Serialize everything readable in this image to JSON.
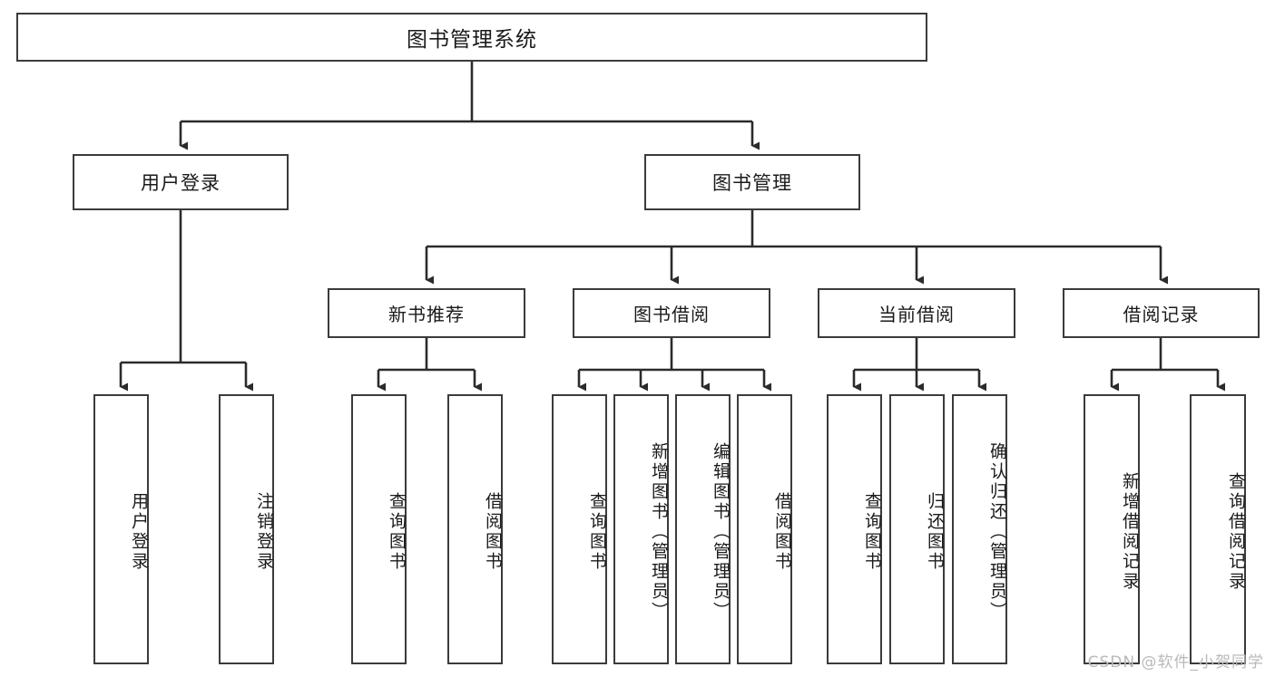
{
  "diagram": {
    "title": "图书管理系统",
    "type": "tree",
    "watermark": "CSDN @软件_小贺同学",
    "colors": {
      "box_border": "#3b3b3b",
      "box_fill": "#ffffff",
      "connector": "#2b2b2b",
      "text": "#1a1a1a",
      "watermark": "#b9b9b9"
    },
    "root": {
      "label": "图书管理系统"
    },
    "level1": [
      {
        "label": "用户登录"
      },
      {
        "label": "图书管理"
      }
    ],
    "level2": [
      {
        "label": "新书推荐"
      },
      {
        "label": "图书借阅"
      },
      {
        "label": "当前借阅"
      },
      {
        "label": "借阅记录"
      }
    ],
    "leaves": {
      "user_login": [
        {
          "label": "用户登录"
        },
        {
          "label": "注销登录"
        }
      ],
      "new_book_recommend": [
        {
          "label": "查询图书"
        },
        {
          "label": "借阅图书"
        }
      ],
      "book_borrow": [
        {
          "label": "查询图书"
        },
        {
          "label": "新增图书（管理员）"
        },
        {
          "label": "编辑图书（管理员）"
        },
        {
          "label": "借阅图书"
        }
      ],
      "current_borrow": [
        {
          "label": "查询图书"
        },
        {
          "label": "归还图书"
        },
        {
          "label": "确认归还（管理员）"
        }
      ],
      "borrow_record": [
        {
          "label": "新增借阅记录"
        },
        {
          "label": "查询借阅记录"
        }
      ]
    }
  }
}
